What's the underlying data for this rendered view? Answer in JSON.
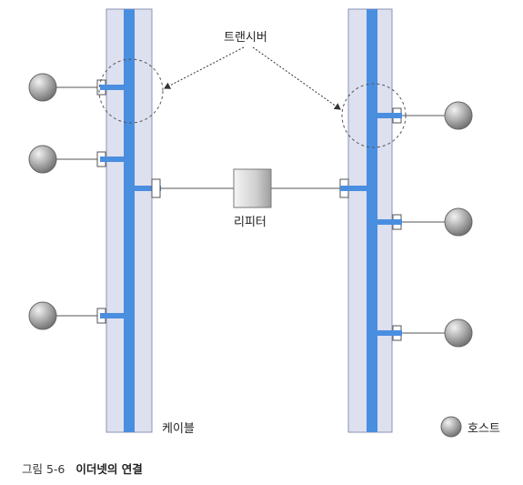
{
  "diagram": {
    "labels": {
      "transceiver": "트랜시버",
      "repeater": "리피터",
      "cable": "케이블",
      "host": "호스트"
    },
    "caption": {
      "number": "그림 5-6",
      "title": "이더넷의 연결"
    },
    "segments": [
      {
        "name": "left-cable",
        "hosts": 3
      },
      {
        "name": "right-cable",
        "hosts": 3
      }
    ],
    "colors": {
      "cable_outer": "#dde0ef",
      "cable_core": "#4a8ee0",
      "host": "#9a9a9a",
      "repeater": "#cfcfcf",
      "line": "#555555"
    }
  }
}
